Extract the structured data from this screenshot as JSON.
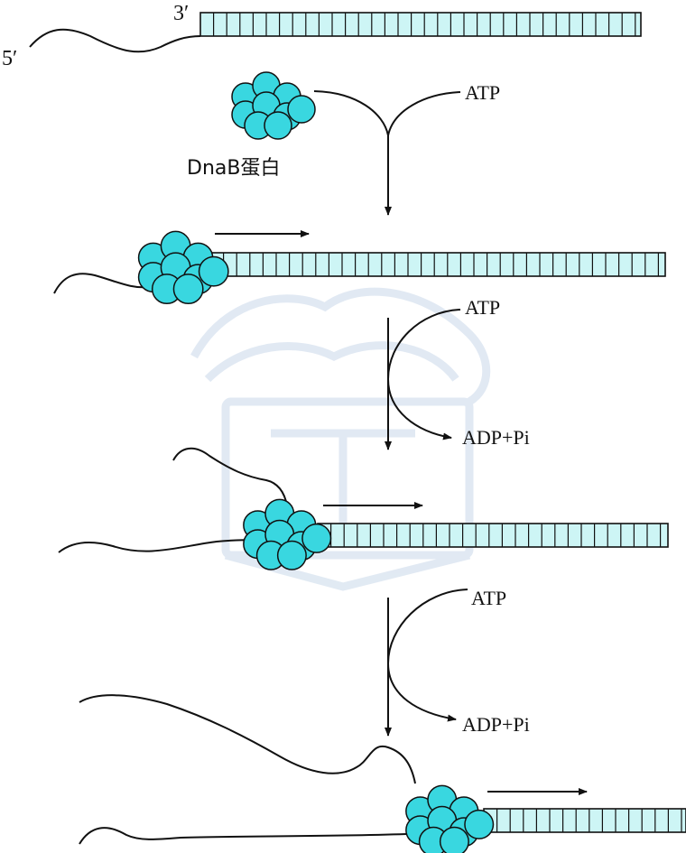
{
  "labels": {
    "three_prime": "3′",
    "five_prime": "5′",
    "dnab": "DnaB蛋白",
    "atp_1": "ATP",
    "atp_2": "ATP",
    "adp_2": "ADP+Pi",
    "atp_3": "ATP",
    "adp_3": "ADP+Pi"
  },
  "colors": {
    "duplex_fill": "#cdf5f5",
    "protein_fill": "#39d7e0",
    "watermark": "#c9d8ea"
  }
}
